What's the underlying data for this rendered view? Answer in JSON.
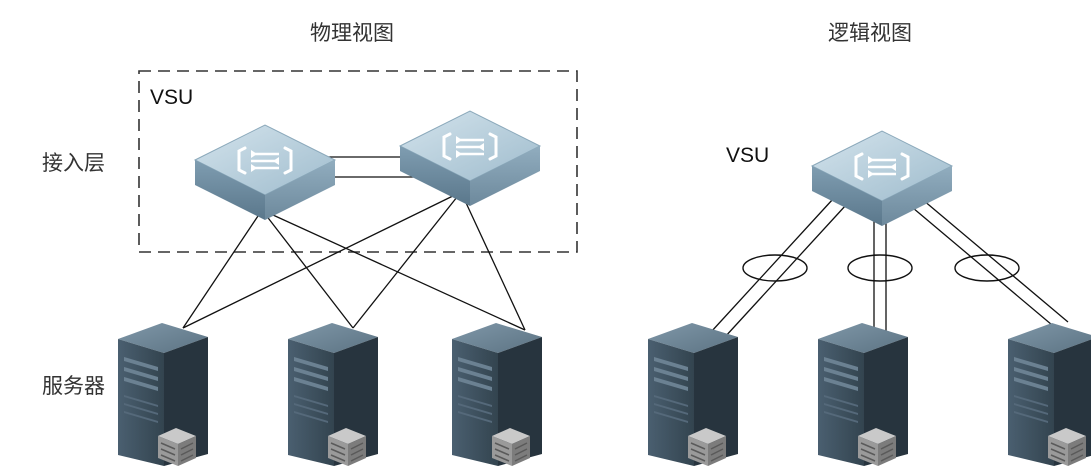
{
  "physical_view": {
    "title": "物理视图",
    "vsu_label": "VSU"
  },
  "logical_view": {
    "title": "逻辑视图",
    "vsu_label": "VSU"
  },
  "layers": {
    "access": "接入层",
    "server": "服务器"
  },
  "colors": {
    "switch_top": "#b9cfdc",
    "switch_side": "#6f8ea3",
    "server_front": "#3e5060",
    "server_side": "#26333d",
    "link": "#111111",
    "dashed_box": "#333333"
  },
  "icons": {
    "switch": "switch-icon",
    "server": "server-icon",
    "storage": "disk-array-icon"
  }
}
